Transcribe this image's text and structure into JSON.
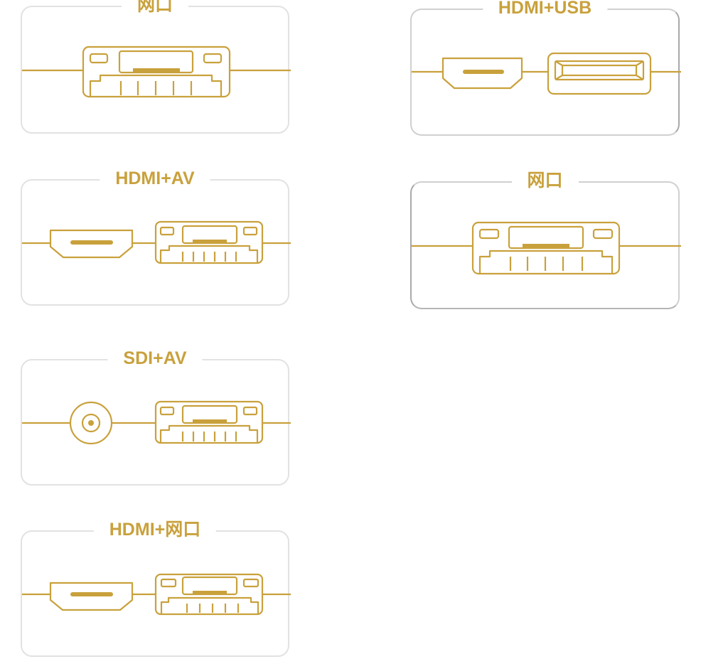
{
  "cards": [
    {
      "title": "网口",
      "ports": [
        "rj45-icon"
      ]
    },
    {
      "title": "HDMI+USB",
      "ports": [
        "hdmi-icon",
        "usb-icon"
      ]
    },
    {
      "title": "HDMI+AV",
      "ports": [
        "hdmi-icon",
        "av-icon"
      ]
    },
    {
      "title": "网口",
      "ports": [
        "rj45-icon"
      ]
    },
    {
      "title": "SDI+AV",
      "ports": [
        "sdi-icon",
        "av-icon"
      ]
    },
    {
      "title": "HDMI+网口",
      "ports": [
        "hdmi-icon",
        "rj45-icon"
      ]
    }
  ],
  "colors": {
    "accent": "#c9a13c",
    "border": "#e2e2e2",
    "border_dark": "#a9a9a9"
  }
}
